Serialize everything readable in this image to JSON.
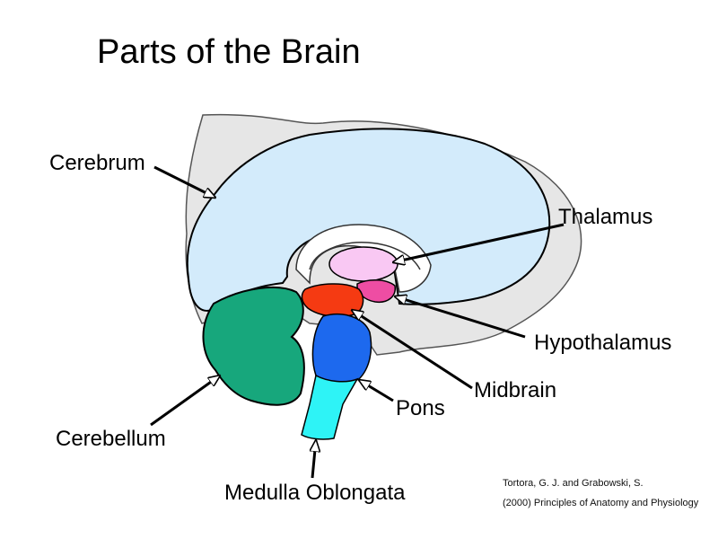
{
  "title": "Parts of the Brain",
  "labels": {
    "cerebrum": "Cerebrum",
    "thalamus": "Thalamus",
    "hypothalamus": "Hypothalamus",
    "midbrain": "Midbrain",
    "pons": "Pons",
    "cerebellum": "Cerebellum",
    "medulla": "Medulla Oblongata"
  },
  "citation": {
    "line1": "Tortora, G. J. and Grabowski, S.",
    "line2": "(2000) Principles of Anatomy and Physiology"
  },
  "colors": {
    "cerebrum": "#d3ebfb",
    "thalamus": "#f9c8f3",
    "hypothalamus": "#ee4da3",
    "midbrain": "#f53a12",
    "pons": "#1d69ee",
    "cerebellum": "#17a77c",
    "medulla": "#2ef3f6",
    "outline": "#000000"
  }
}
